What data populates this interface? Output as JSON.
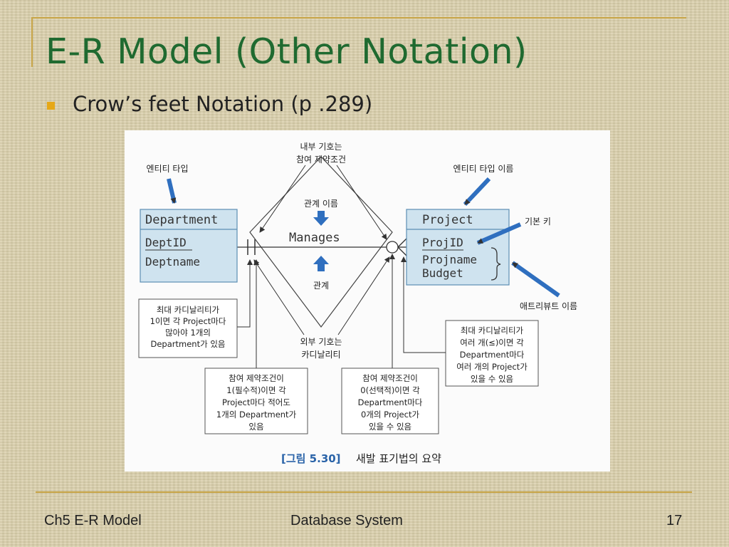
{
  "slide": {
    "title": "E-R Model (Other Notation)",
    "bullet": "Crow’s feet Notation (p .289)"
  },
  "figure": {
    "entity_left": {
      "name": "Department",
      "key_attribute": "DeptID",
      "attributes": [
        "Deptname"
      ]
    },
    "entity_right": {
      "name": "Project",
      "key_attribute": "ProjID",
      "attributes": [
        "Projname",
        "Budget"
      ]
    },
    "relationship_name": "Manages",
    "labels": {
      "entity_type": "엔티티 타입",
      "inner_symbol": [
        "내부 기호는",
        "참여 제약조건"
      ],
      "relationship_name": "관계 이름",
      "entity_type_name": "엔티티 타입 이름",
      "primary_key": "기본 키",
      "relationship": "관계",
      "attribute_name": "애트리뷰트 이름",
      "outer_symbol": [
        "외부 기호는",
        "카디날리티"
      ]
    },
    "notes": {
      "max_card_1": [
        "최대 카디날리티가",
        "1이면 각 Project마다",
        "많아야 1개의",
        "Department가 있음"
      ],
      "max_card_n": [
        "최대 카디날리티가",
        "여러 개(≤)이면 각",
        "Department마다",
        "여러 개의 Project가",
        "있을 수 있음"
      ],
      "participation_1": [
        "참여 제약조건이",
        "1(필수적)이면 각",
        "Project마다 적어도",
        "1개의 Department가",
        "있음"
      ],
      "participation_0": [
        "참여 제약조건이",
        "0(선택적)이면 각",
        "Department마다",
        "0개의 Project가",
        "있을 수 있음"
      ]
    },
    "caption": {
      "number": "[그림 5.30]",
      "text": "새발 표기법의 요약"
    },
    "colors": {
      "entity_fill": "#cfe3ef",
      "entity_border": "#5c8fb3",
      "arrow": "#2f6fbf",
      "caption_number": "#2a63a8"
    }
  },
  "footer": {
    "left": "Ch5 E-R Model",
    "center": "Database System",
    "page": "17"
  }
}
